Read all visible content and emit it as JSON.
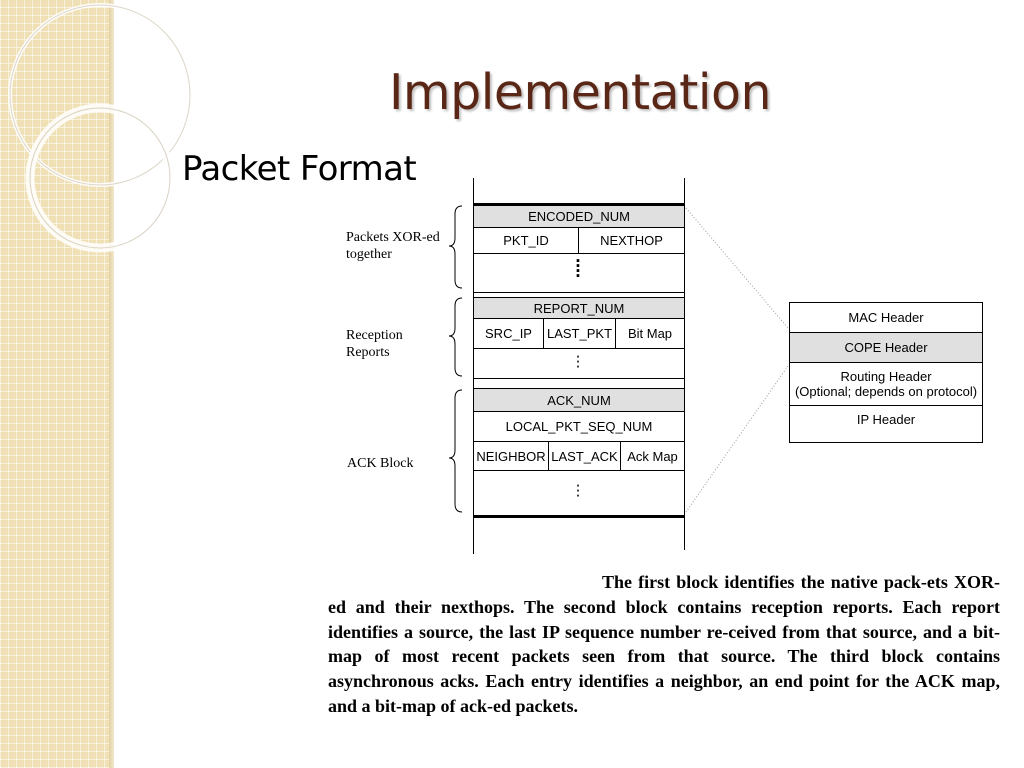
{
  "slide": {
    "title": "Implementation",
    "subtitle": "Packet Format"
  },
  "diagram": {
    "brace_labels": {
      "packets": "Packets XOR-ed together",
      "reception": "Reception Reports",
      "ack": "ACK Block"
    },
    "block1": {
      "header": "ENCODED_NUM",
      "fields": [
        "PKT_ID",
        "NEXTHOP"
      ]
    },
    "block2": {
      "header": "REPORT_NUM",
      "fields": [
        "SRC_IP",
        "LAST_PKT",
        "Bit Map"
      ]
    },
    "block3": {
      "header": "ACK_NUM",
      "seq": "LOCAL_PKT_SEQ_NUM",
      "fields": [
        "NEIGHBOR",
        "LAST_ACK",
        "Ack Map"
      ]
    },
    "stack": {
      "mac": "MAC Header",
      "cope": "COPE Header",
      "routing_1": "Routing Header",
      "routing_2": "(Optional; depends on protocol)",
      "ip": "IP Header"
    },
    "colors": {
      "title": "#5a2616",
      "grey_cell": "#e0e0e0",
      "band": "#efe0b6"
    }
  },
  "caption": {
    "text": "The first block identifies the native pack-ets XOR-ed and their nexthops. The second block contains reception reports. Each report identifies a source, the last IP sequence number re-ceived from that source, and a bit-map of most recent packets seen from that source. The third block contains asynchronous acks. Each entry identifies a neighbor, an end point for the ACK map, and a bit-map of ack-ed packets."
  }
}
